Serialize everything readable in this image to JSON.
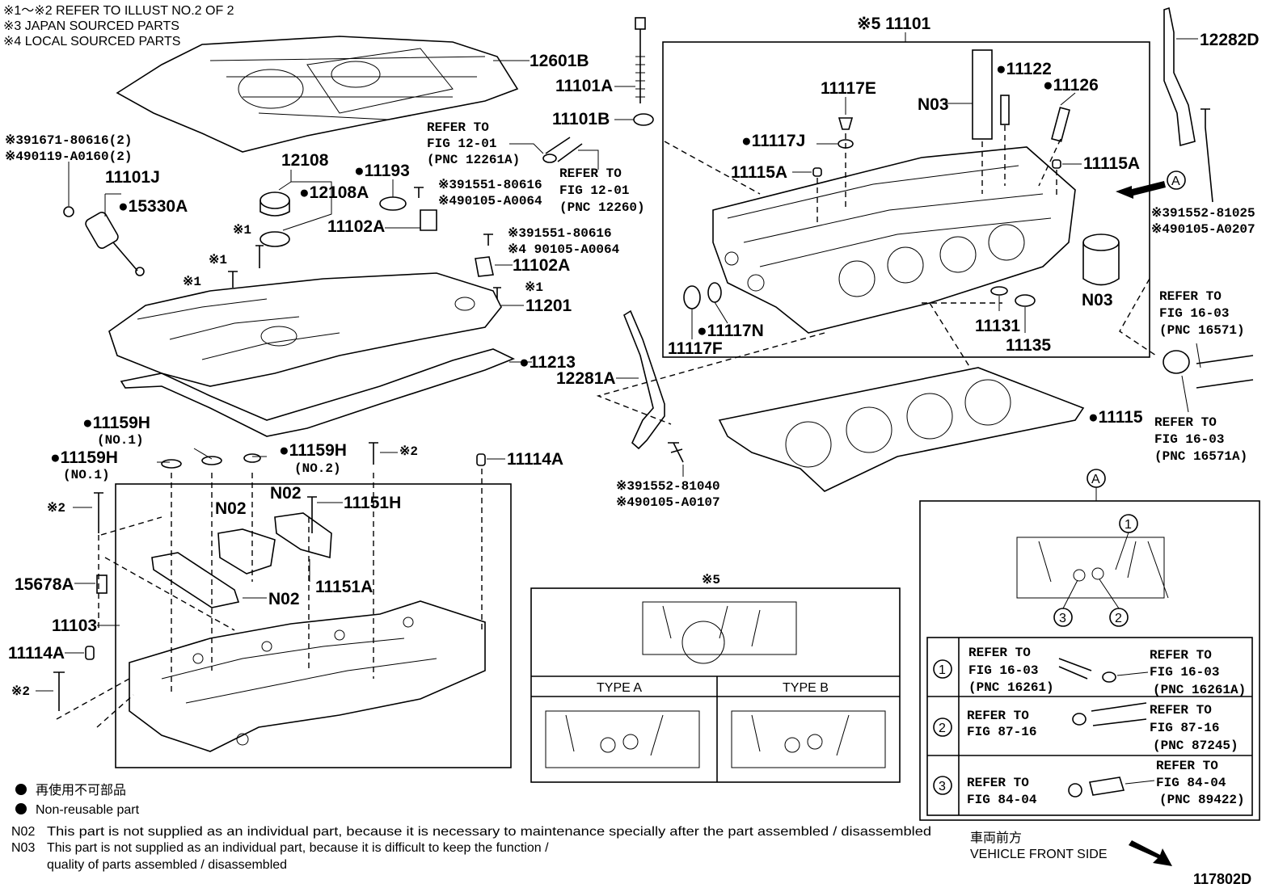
{
  "header": {
    "line1": "※1～※2  REFER TO ILLUST NO.2 OF 2",
    "line2": "※3 JAPAN SOURCED PARTS",
    "line3": "※4 LOCAL SOURCED PARTS"
  },
  "labels": {
    "p12601B": "12601B",
    "s391671": "※391671-80616(2)",
    "s490119": "※490119-A0160(2)",
    "p11101J": "11101J",
    "p15330A": "●15330A",
    "p12108": "12108",
    "p12108A": "●12108A",
    "p11193": "●11193",
    "refer1201a_1": "REFER TO",
    "refer1201a_2": "FIG 12-01",
    "refer1201a_3": "(PNC 12261A)",
    "refer1201b_1": "REFER TO",
    "refer1201b_2": "FIG 12-01",
    "refer1201b_3": "(PNC 12260)",
    "p11101A": "11101A",
    "p11101B": "11101B",
    "s391551a": "※391551-80616",
    "s490105a": "※490105-A0064",
    "p11102A_1": "11102A",
    "s391551b": "※391551-80616",
    "s490105b": "※4 90105-A0064",
    "p11102A_2": "11102A",
    "x1a": "※1",
    "x1b": "※1",
    "x1c": "※1",
    "x1d": "※1",
    "p11201": "11201",
    "p11213": "●11213",
    "p12281A": "12281A",
    "p11159H_1": "●11159H",
    "no1a": "(NO.1)",
    "p11159H_2": "●11159H",
    "no1b": "(NO.1)",
    "p11159H_3": "●11159H",
    "no2": "(NO.2)",
    "x2a": "※2",
    "p11114A_1": "11114A",
    "x2b": "※2",
    "n02a": "N02",
    "n02b": "N02",
    "p11151H": "11151H",
    "p15678A": "15678A",
    "n02c": "N02",
    "p11151A": "11151A",
    "p11103": "11103",
    "p11114A_2": "11114A",
    "x2c": "※2",
    "s391552_81040": "※391552-81040",
    "s490105_0107": "※490105-A0107",
    "x5a": "※5 11101",
    "p11122": "●11122",
    "p11126": "●11126",
    "p11117E": "11117E",
    "n03a": "N03",
    "p11117J": "●11117J",
    "p11115A_1": "11115A",
    "p11115A_2": "11115A",
    "circleA": "A",
    "p12282D": "12282D",
    "s391552_81025": "※391552-81025",
    "s490105_0207": "※490105-A0207",
    "n03b": "N03",
    "p11117N": "●11117N",
    "p11117F": "11117F",
    "p11131": "11131",
    "p11135": "11135",
    "refer1603a_1": "REFER TO",
    "refer1603a_2": "FIG 16-03",
    "refer1603a_3": "(PNC 16571)",
    "p11115": "●11115",
    "refer1603b_1": "REFER TO",
    "refer1603b_2": "FIG 16-03",
    "refer1603b_3": "(PNC 16571A)",
    "x5b": "※5",
    "typeA": "TYPE A",
    "typeB": "TYPE B",
    "circleA2": "A",
    "c1": "1",
    "c2": "2",
    "c3": "3",
    "row1_l1": "REFER TO",
    "row1_l2": "FIG 16-03",
    "row1_l3": "(PNC 16261)",
    "row1_r1": "REFER TO",
    "row1_r2": "FIG 16-03",
    "row1_r3": "(PNC 16261A)",
    "row2_l1": "REFER TO",
    "row2_l2": "FIG 87-16",
    "row2_r1": "REFER TO",
    "row2_r2": "FIG 87-16",
    "row2_r3": "(PNC 87245)",
    "row3_l1": "REFER TO",
    "row3_l2": "FIG 84-04",
    "row3_r1": "REFER TO",
    "row3_r2": "FIG 84-04",
    "row3_r3": "(PNC 89422)"
  },
  "legend": {
    "jp": "再使用不可部品",
    "en": "Non-reusable part",
    "n02_code": "N02",
    "n02_text": "This part is not supplied as an individual part, because it is necessary to maintenance specially after the part assembled / disassembled",
    "n03_code": "N03",
    "n03_text": "This part is not supplied as an individual part, because it is difficult to keep the function /",
    "n03_text2": "quality of parts  assembled / disassembled"
  },
  "footer": {
    "vehicle_jp": "車両前方",
    "vehicle_en": "VEHICLE FRONT SIDE",
    "illust_no": "117802D"
  }
}
